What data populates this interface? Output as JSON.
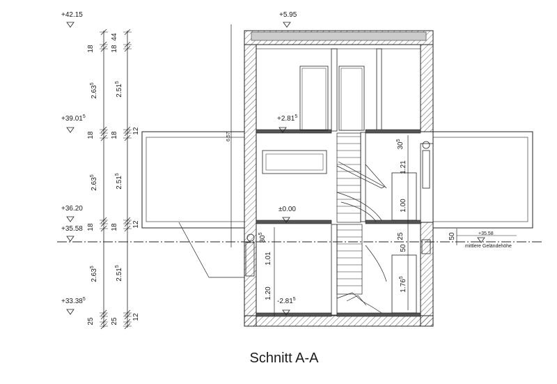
{
  "title": "Schnitt A-A",
  "absolute_levels": [
    "+42.15",
    "+39.01",
    "+36.20",
    "+35.58",
    "+33.38"
  ],
  "relative_levels": [
    "+5.95",
    "+2.81",
    "±0.00",
    "-2.81"
  ],
  "outer_dims": [
    "18",
    "2.63",
    "18",
    "2.63",
    "18",
    "2.63",
    "25"
  ],
  "inner_dims": [
    "44",
    "18",
    "2.51",
    "18",
    "2.51",
    "18",
    "2.51",
    "25"
  ],
  "floor_dims": [
    "12",
    "12",
    "12"
  ],
  "height_total": "6.57",
  "stair_dims": [
    "30",
    "1.21",
    "1.00",
    "25",
    "50",
    "1.76"
  ],
  "left_dims": [
    "30",
    "1.01",
    "1.20"
  ],
  "right_dims": [
    "50",
    "+35.58"
  ],
  "ground_label": "mittlere Geländehöhe",
  "superscript": "5"
}
